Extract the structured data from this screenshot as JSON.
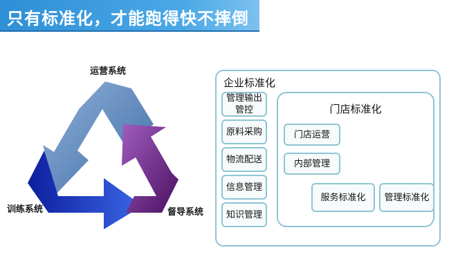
{
  "header": {
    "title": "只有标准化，才能跑得快不摔倒"
  },
  "cycle": {
    "top_label": "运营系统",
    "left_label": "训练系统",
    "right_label": "督导系统",
    "colors": {
      "steel_blue": "#5b86b8",
      "royal_blue": "#1c3fc6",
      "purple": "#6a1f84"
    }
  },
  "enterprise": {
    "title": "企业标准化",
    "items": [
      {
        "label": "管理输出管控"
      },
      {
        "label": "原料采购"
      },
      {
        "label": "物流配送"
      },
      {
        "label": "信息管理"
      },
      {
        "label": "知识管理"
      }
    ],
    "store": {
      "title": "门店标准化",
      "items": [
        {
          "label": "门店运营"
        },
        {
          "label": "内部管理"
        },
        {
          "label": "服务标准化"
        },
        {
          "label": "管理标准化"
        }
      ]
    },
    "colors": {
      "border": "#8ec4d3"
    }
  }
}
